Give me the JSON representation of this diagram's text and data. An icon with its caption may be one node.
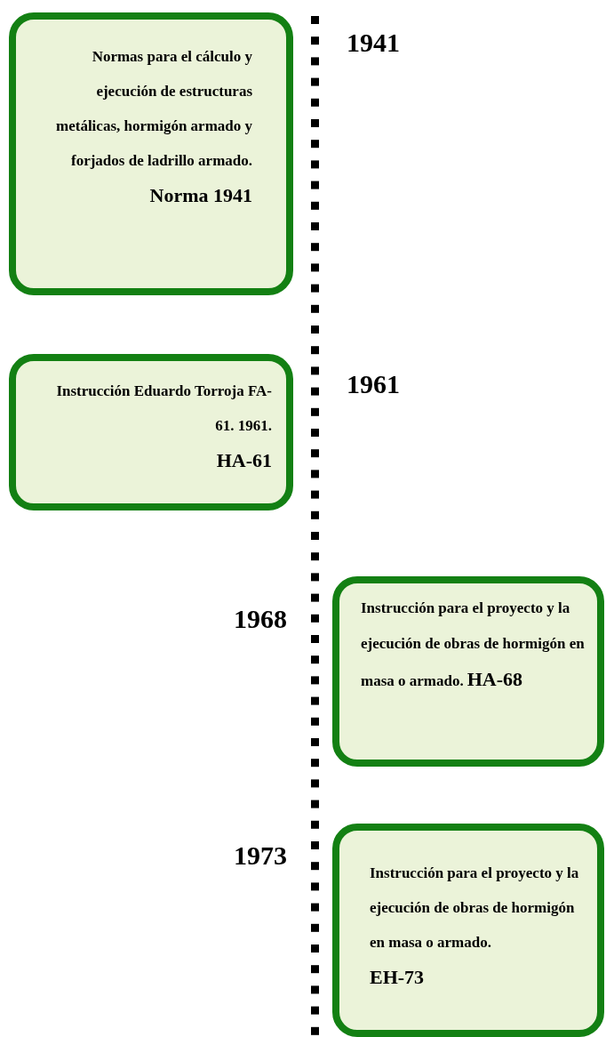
{
  "diagram": {
    "nodes": [
      {
        "text": [
          "Normas para el cálculo y ejecución de estructuras metálicas, hormigón armado y forjados de ladrillo armado.",
          "Norma 1941"
        ],
        "beside": [
          "1941"
        ]
      },
      {
        "text": [
          "Instrucción Eduardo Torroja FA-61. 1961.",
          "HA-61"
        ],
        "beside": [
          "1961"
        ]
      },
      {
        "text": [
          "Instrucción para el proyecto y la ejecución de obras de hormigón en masa o armado.",
          "HA-68"
        ],
        "beside": [
          "1968"
        ]
      },
      {
        "text": [
          "Instrucción para el proyecto y la ejecución de obras de hormigón en masa o armado.",
          "EH-73"
        ],
        "beside": [
          "1973"
        ]
      }
    ]
  }
}
